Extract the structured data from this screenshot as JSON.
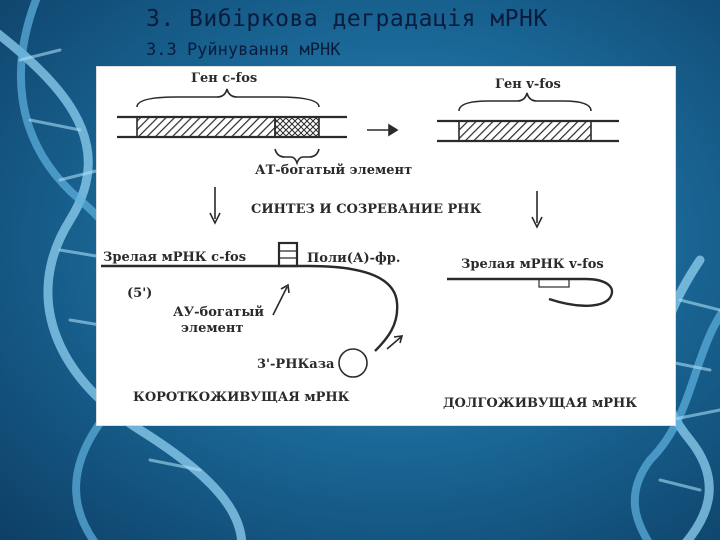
{
  "slide": {
    "title": "3. Вибіркова деградація мРНК",
    "subtitle": "3.3 Руйнування мРНК"
  },
  "figure": {
    "gene_cfos": "Ген c-fos",
    "gene_vfos": "Ген v-fos",
    "at_rich_element": "АТ-богатый элемент",
    "synthesis": "СИНТЕЗ И СОЗРЕВАНИЕ РНК",
    "mature_cfos": "Зрелая мРНК c-fos",
    "mature_vfos": "Зрелая мРНК v-fos",
    "poly_a": "Поли(А)-фр.",
    "five_prime": "(5')",
    "au_rich_line1": "АУ-богатый",
    "au_rich_line2": "элемент",
    "rnase": "3'-РНКаза",
    "short_lived": "КОРОТКОЖИВУЩАЯ мРНК",
    "long_lived": "ДОЛГОЖИВУЩАЯ мРНК"
  },
  "colors": {
    "ink": "#2a2a2a",
    "title": "#0a1b3c",
    "background": "#1b6a9a"
  }
}
